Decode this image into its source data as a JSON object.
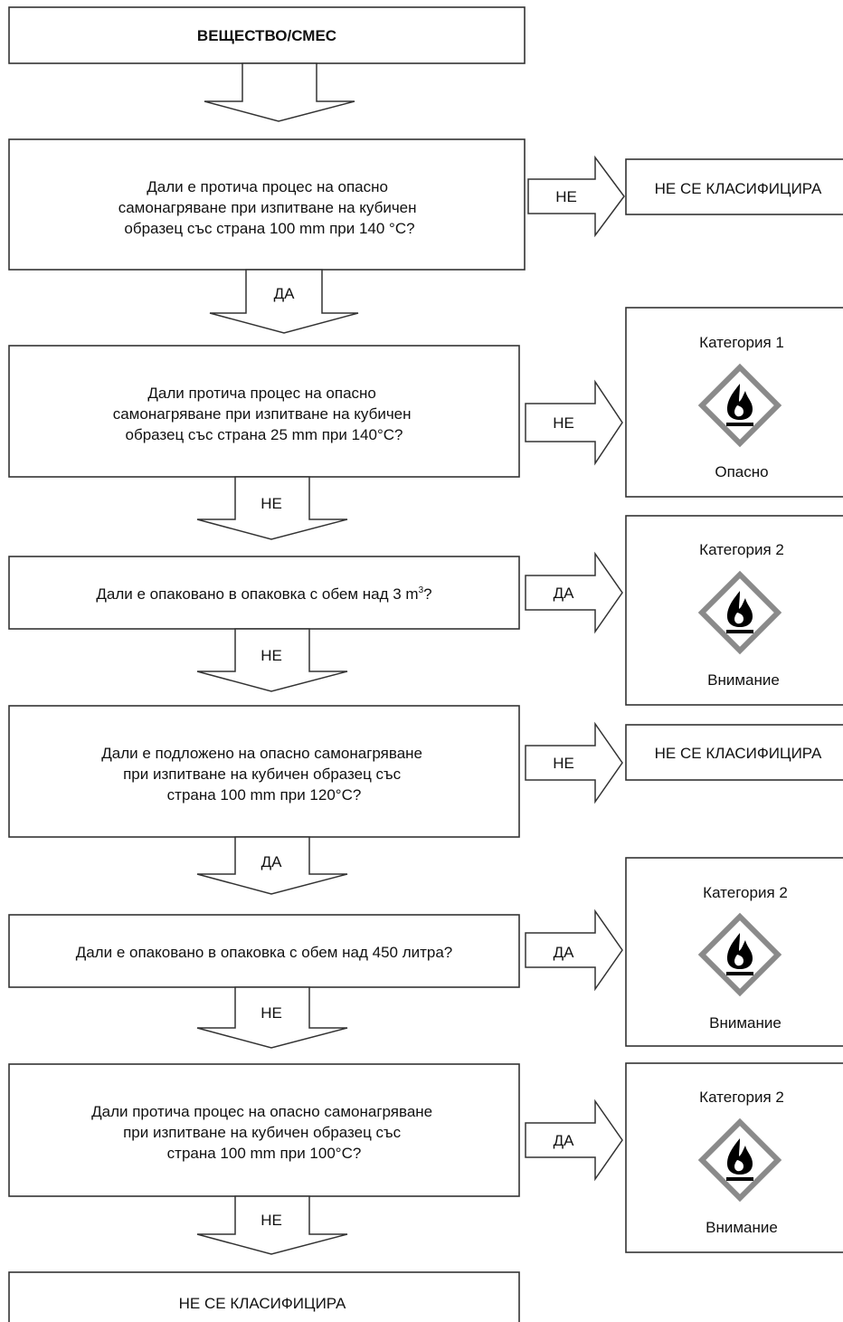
{
  "start": {
    "label": "ВЕЩЕСТВО/СМЕС"
  },
  "questions": [
    {
      "lines": [
        "Дали е протича процес на опасно",
        "самонагряване при изпитване на кубичен",
        "образец със страна 100 mm при 140 °C?"
      ]
    },
    {
      "lines": [
        "Дали протича процес на опасно",
        "самонагряване при изпитване на кубичен",
        "образец със страна 25 mm при 140°C?"
      ]
    },
    {
      "lines": [
        "Дали е опаковано в опаковка с обем над 3 m",
        "?"
      ],
      "superscript": "3"
    },
    {
      "lines": [
        "Дали е подложено на опасно самонагряване",
        "при изпитване на кубичен образец със",
        "страна 100 mm при 120°C?"
      ]
    },
    {
      "lines": [
        "Дали е опаковано в опаковка с обем над 450 литра?"
      ]
    },
    {
      "lines": [
        "Дали протича процес на опасно самонагряване",
        "при изпитване на кубичен образец със",
        "страна 100 mm  при 100°C?"
      ]
    }
  ],
  "down_labels": [
    "ДА",
    "НЕ",
    "НЕ",
    "ДА",
    "НЕ",
    "НЕ"
  ],
  "side_labels": [
    "НЕ",
    "НЕ",
    "ДА",
    "НЕ",
    "ДА",
    "ДА"
  ],
  "outcomes": [
    {
      "type": "text",
      "text": "НЕ СЕ КЛАСИФИЦИРА"
    },
    {
      "type": "pictogram",
      "category": "Категория 1",
      "signal": "Опасно",
      "icon": "flame-icon"
    },
    {
      "type": "pictogram",
      "category": "Категория 2",
      "signal": "Внимание",
      "icon": "flame-icon"
    },
    {
      "type": "text",
      "text": "НЕ СЕ КЛАСИФИЦИРА"
    },
    {
      "type": "pictogram",
      "category": "Категория 2",
      "signal": "Внимание",
      "icon": "flame-icon"
    },
    {
      "type": "pictogram",
      "category": "Категория 2",
      "signal": "Внимание",
      "icon": "flame-icon"
    }
  ],
  "end": {
    "label": "НЕ СЕ КЛАСИФИЦИРА"
  },
  "colors": {
    "line": "#333333",
    "diamond_border": "#8a8a8a",
    "flame": "#000000"
  }
}
